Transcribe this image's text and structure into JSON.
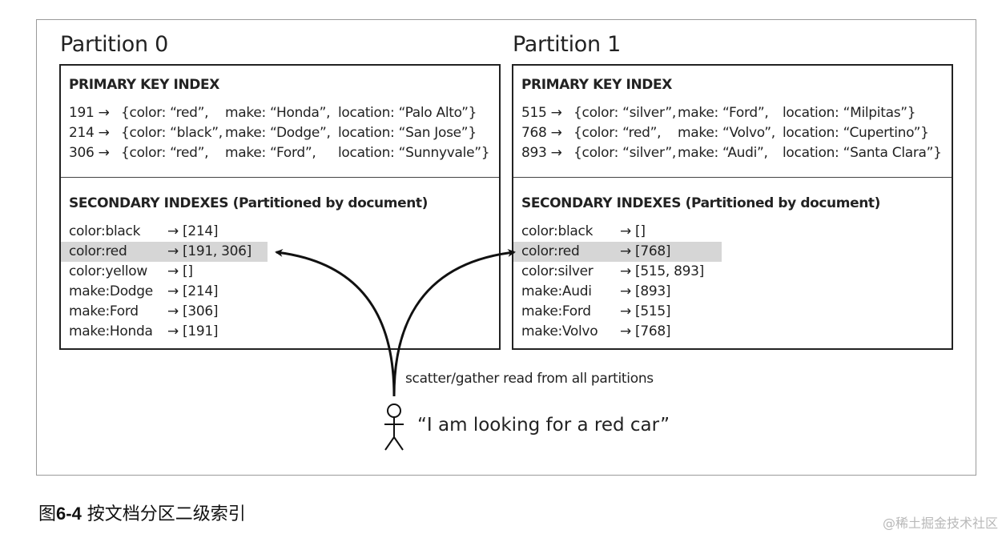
{
  "partitions": [
    {
      "title": "Partition 0",
      "primary_header": "PRIMARY KEY INDEX",
      "primary_rows": [
        {
          "id": "191 →",
          "color": "{color: “red”,",
          "make": "make: “Honda”,",
          "location": "location: “Palo Alto”}"
        },
        {
          "id": "214 →",
          "color": "{color: “black”,",
          "make": "make: “Dodge”,",
          "location": "location: “San Jose”}"
        },
        {
          "id": "306 →",
          "color": "{color: “red”,",
          "make": "make: “Ford”,",
          "location": "location: “Sunnyvale”}"
        }
      ],
      "secondary_header": "SECONDARY INDEXES (Partitioned by document)",
      "secondary_rows": [
        {
          "key": "color:black",
          "value": "→ [214]"
        },
        {
          "key": "color:red",
          "value": "→ [191, 306]"
        },
        {
          "key": "color:yellow",
          "value": "→ []"
        },
        {
          "key": "make:Dodge",
          "value": "→ [214]"
        },
        {
          "key": "make:Ford",
          "value": "→ [306]"
        },
        {
          "key": "make:Honda",
          "value": "→ [191]"
        }
      ]
    },
    {
      "title": "Partition 1",
      "primary_header": "PRIMARY KEY INDEX",
      "primary_rows": [
        {
          "id": "515 →",
          "color": "{color: “silver”,",
          "make": "make: “Ford”,",
          "location": "location: “Milpitas”}"
        },
        {
          "id": "768 →",
          "color": "{color: “red”,",
          "make": "make: “Volvo”,",
          "location": "location: “Cupertino”}"
        },
        {
          "id": "893 →",
          "color": "{color: “silver”,",
          "make": "make: “Audi”,",
          "location": "location: “Santa Clara”}"
        }
      ],
      "secondary_header": "SECONDARY INDEXES (Partitioned by document)",
      "secondary_rows": [
        {
          "key": "color:black",
          "value": "→ []"
        },
        {
          "key": "color:red",
          "value": "→ [768]"
        },
        {
          "key": "color:silver",
          "value": "→ [515, 893]"
        },
        {
          "key": "make:Audi",
          "value": "→ [893]"
        },
        {
          "key": "make:Ford",
          "value": "→ [515]"
        },
        {
          "key": "make:Volvo",
          "value": "→ [768]"
        }
      ]
    }
  ],
  "scatter_label": "scatter/gather read from all partitions",
  "user_quote": "“I am looking for a red car”",
  "caption": {
    "prefix": "图",
    "number": "6-4",
    "text": " 按文档分区二级索引"
  },
  "watermark": "@稀土掘金技术社区",
  "colors": {
    "highlight": "#d6d6d6",
    "border": "#222222",
    "frame": "#9a9a9a"
  }
}
